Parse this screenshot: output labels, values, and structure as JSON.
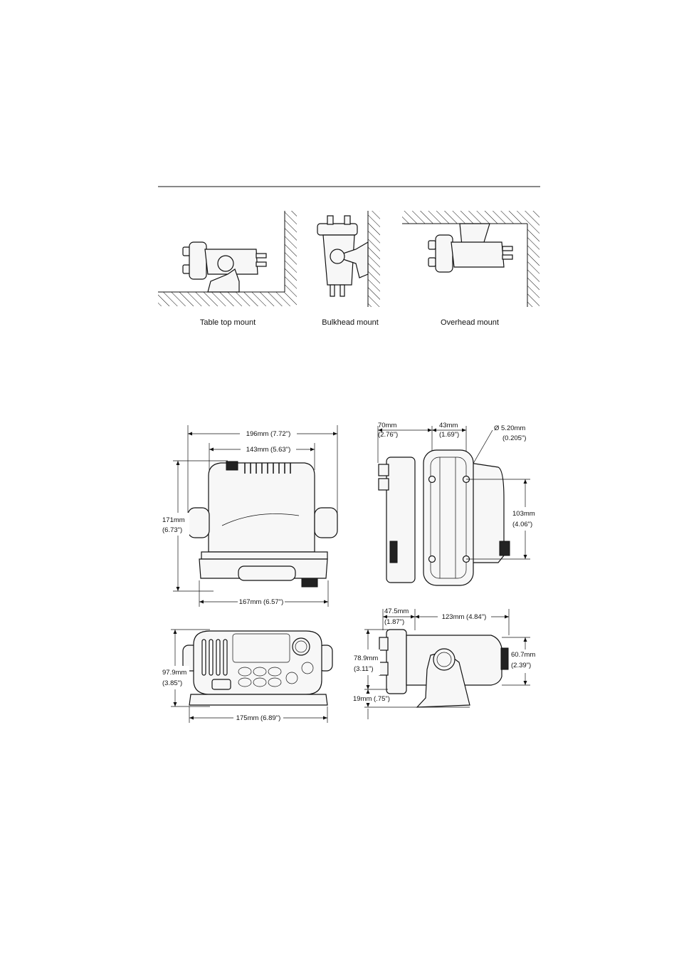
{
  "mounting": {
    "table_top": "Table top mount",
    "bulkhead": "Bulkhead mount",
    "overhead": "Overhead mount"
  },
  "dimensions": {
    "front_width_total": "196mm (7.72\")",
    "front_width_body": "143mm (5.63\")",
    "front_height_mm": "171mm",
    "front_height_in": "(6.73\")",
    "front_width_base": "167mm (6.57\")",
    "side_70_mm": "70mm",
    "side_70_in": "(2.76\")",
    "side_43_mm": "43mm",
    "side_43_in": "(1.69\")",
    "hole_dia_mm": "Ø 5.20mm",
    "hole_dia_in": "(0.205\")",
    "side_103_mm": "103mm",
    "side_103_in": "(4.06\")",
    "panel_height_mm": "97.9mm",
    "panel_height_in": "(3.85\")",
    "panel_width": "175mm (6.89\")",
    "depth_47_mm": "47.5mm",
    "depth_47_in": "(1.87\")",
    "depth_123": "123mm (4.84\")",
    "height_78_mm": "78.9mm",
    "height_78_in": "(3.11\")",
    "height_60_mm": "60.7mm",
    "height_60_in": "(2.39\")",
    "base_19": "19mm (.75\")"
  }
}
